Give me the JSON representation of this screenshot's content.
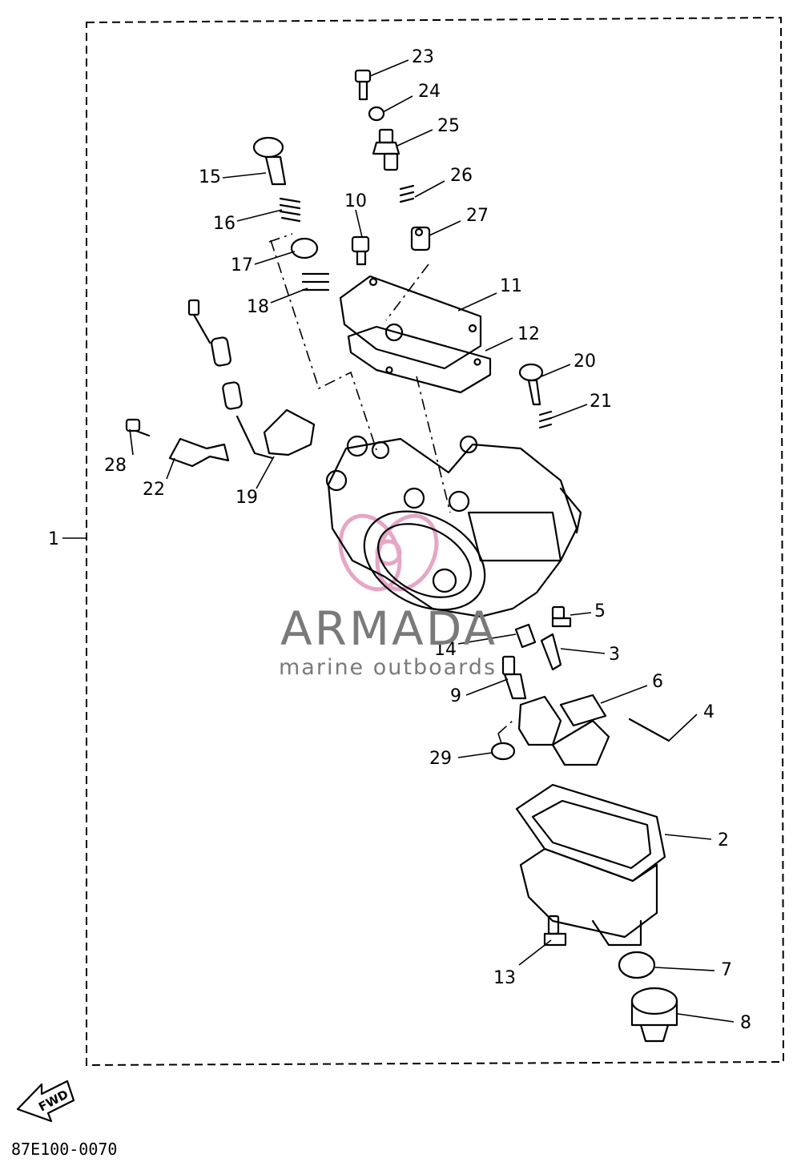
{
  "diagram": {
    "drawing_code": "87E100-0070",
    "fwd_label": "FWD",
    "assembly_callout": "1",
    "callouts": [
      "2",
      "3",
      "4",
      "5",
      "6",
      "7",
      "8",
      "9",
      "10",
      "11",
      "12",
      "13",
      "14",
      "15",
      "16",
      "17",
      "18",
      "19",
      "20",
      "21",
      "22",
      "23",
      "24",
      "25",
      "26",
      "27",
      "28",
      "29"
    ]
  },
  "watermark": {
    "brand": "ARMADA",
    "tagline": "marine outboards",
    "logo_color": "#e6a6c6",
    "text_color": "#7a7a7a"
  }
}
